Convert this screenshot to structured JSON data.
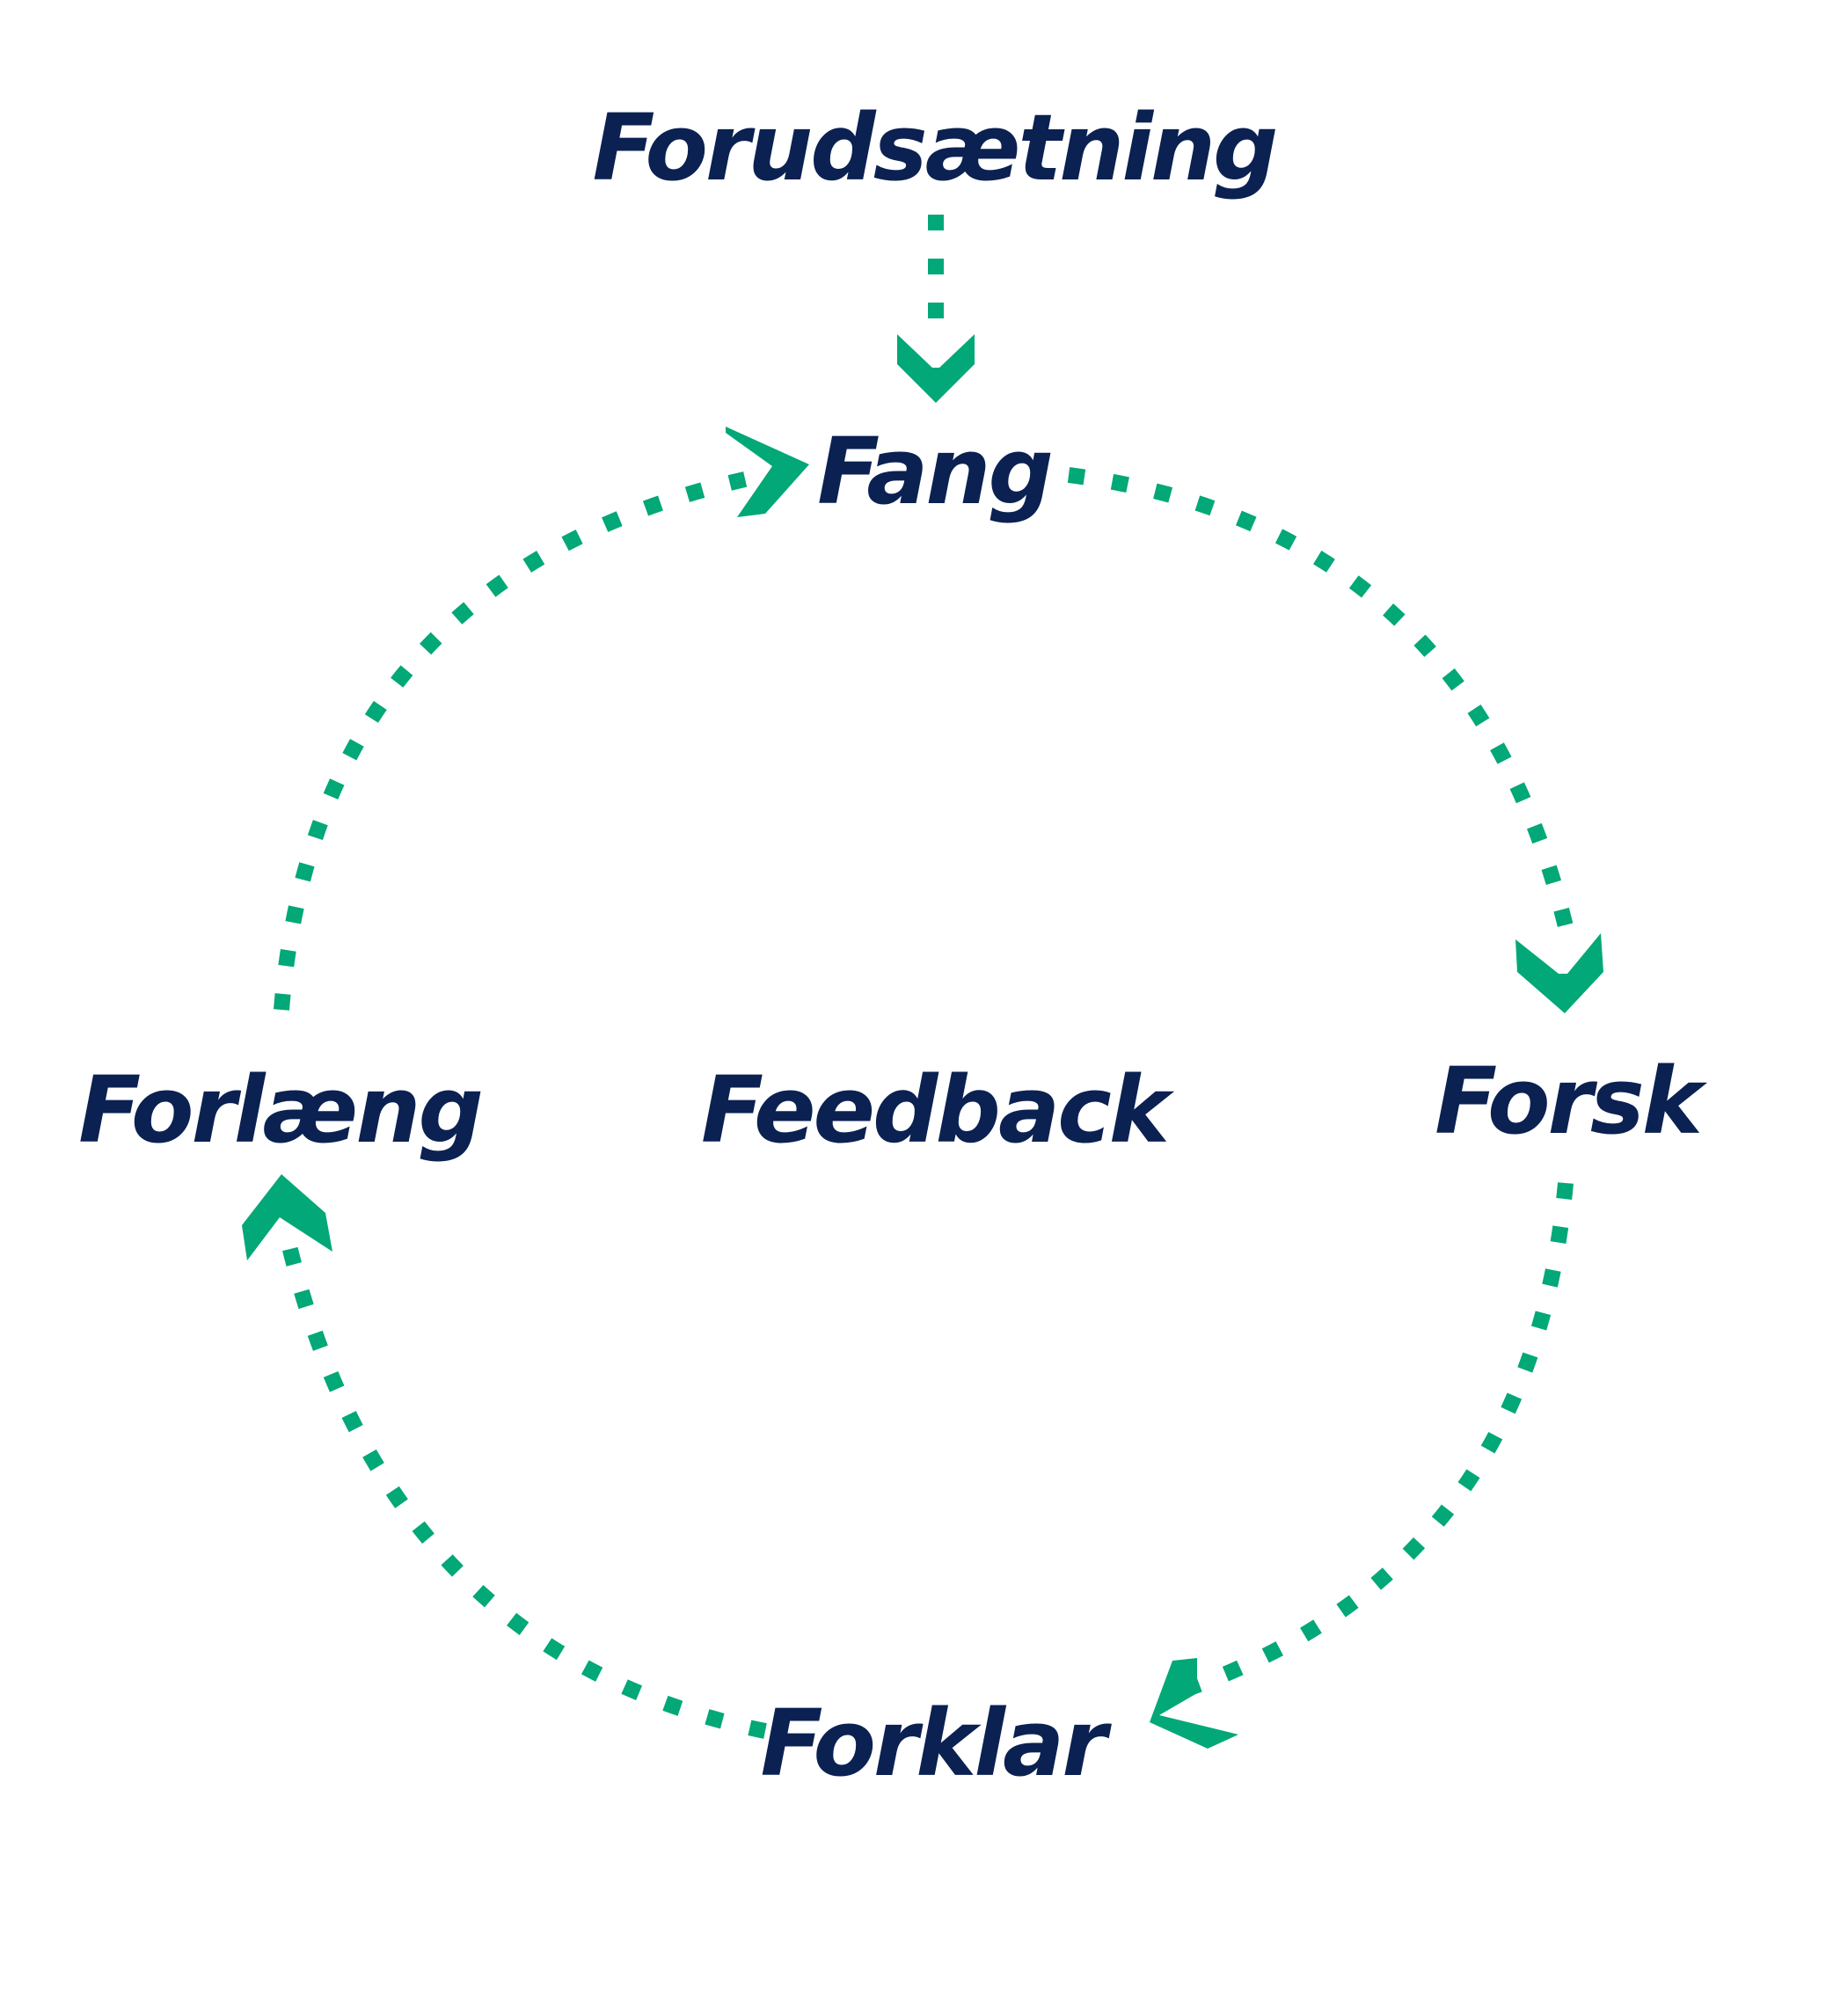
{
  "diagram": {
    "top_label": "Forudsætning",
    "center_label": "Feedback",
    "steps": [
      "Fang",
      "Forsk",
      "Forklar",
      "Forlæng"
    ]
  },
  "colors": {
    "text": "#0b2152",
    "arrow": "#02a877",
    "background": "#ffffff"
  }
}
